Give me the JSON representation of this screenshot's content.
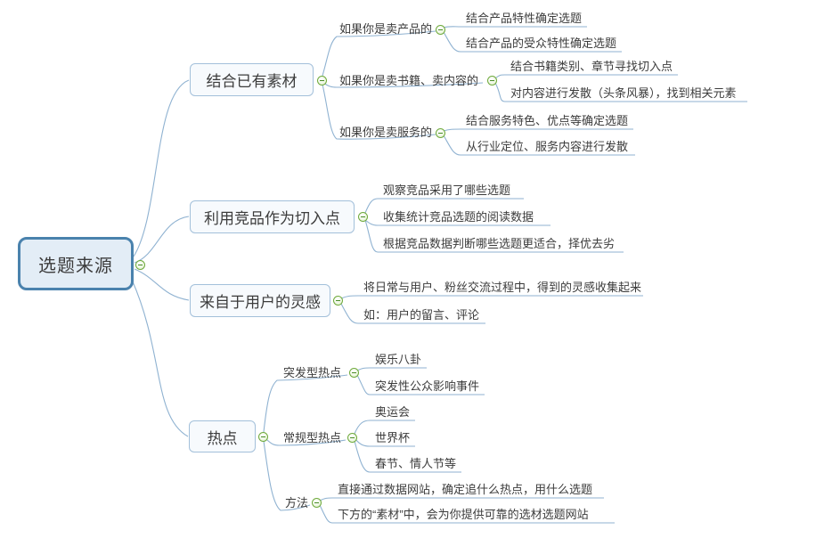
{
  "colors": {
    "connector": "#8fb2d1",
    "root_border": "#4a82ad",
    "root_fill": "#e3edf6",
    "branch_border": "#a3c0da",
    "branch_fill": "#f7fafd",
    "text": "#3c3c3c",
    "collapse_icon_border": "#6faa3c",
    "collapse_icon_fill": "#dff0cc",
    "collapse_icon_bar": "#4a8c28"
  },
  "icons": {
    "collapse": "minus-circle"
  },
  "map": {
    "root": {
      "label": "选题来源"
    },
    "branches": [
      {
        "label": "结合已有素材",
        "children": [
          {
            "label": "如果你是卖产品的",
            "children": [
              {
                "label": "结合产品特性确定选题"
              },
              {
                "label": "结合产品的受众特性确定选题"
              }
            ]
          },
          {
            "label": "如果你是卖书籍、卖内容的",
            "children": [
              {
                "label": "结合书籍类别、章节寻找切入点"
              },
              {
                "label": "对内容进行发散（头条风暴），找到相关元素"
              }
            ]
          },
          {
            "label": "如果你是卖服务的",
            "children": [
              {
                "label": "结合服务特色、优点等确定选题"
              },
              {
                "label": "从行业定位、服务内容进行发散"
              }
            ]
          }
        ]
      },
      {
        "label": "利用竞品作为切入点",
        "children": [
          {
            "label": "观察竞品采用了哪些选题"
          },
          {
            "label": "收集统计竞品选题的阅读数据"
          },
          {
            "label": "根据竞品数据判断哪些选题更适合，择优去劣"
          }
        ]
      },
      {
        "label": "来自于用户的灵感",
        "children": [
          {
            "label": "将日常与用户、粉丝交流过程中，得到的灵感收集起来"
          },
          {
            "label": "如：用户的留言、评论"
          }
        ]
      },
      {
        "label": "热点",
        "children": [
          {
            "label": "突发型热点",
            "children": [
              {
                "label": "娱乐八卦"
              },
              {
                "label": "突发性公众影响事件"
              }
            ]
          },
          {
            "label": "常规型热点",
            "children": [
              {
                "label": "奥运会"
              },
              {
                "label": "世界杯"
              },
              {
                "label": "春节、情人节等"
              }
            ]
          },
          {
            "label": "方法",
            "children": [
              {
                "label": "直接通过数据网站，确定追什么热点，用什么选题"
              },
              {
                "label": "下方的“素材”中，会为你提供可靠的选材选题网站"
              }
            ]
          }
        ]
      }
    ]
  }
}
